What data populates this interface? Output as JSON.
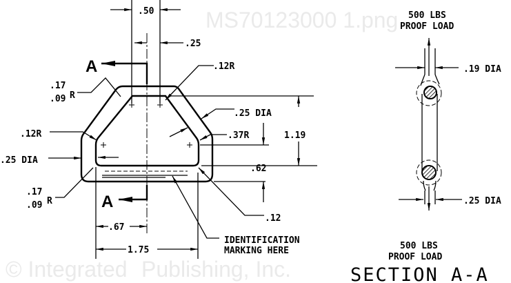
{
  "watermark": {
    "line1": "© Integrated",
    "line2": "Publishing, Inc.",
    "line3": "MS70123000 1.png"
  },
  "plan_view": {
    "dims": {
      "width_top": ".50",
      "offset_top": ".25",
      "radius_top_right": ".12R",
      "radius_outer_upper_num": ".17",
      "radius_outer_upper_den": ".09",
      "radius_outer_upper_suffix": "R",
      "hole_dia_right": ".25 DIA",
      "radius_inner_right": ".37R",
      "height_overall": "1.19",
      "height_bottom": ".62",
      "radius_left": ".12R",
      "hole_dia_left": ".25 DIA",
      "radius_outer_lower_num": ".17",
      "radius_outer_lower_den": ".09",
      "radius_outer_lower_suffix": "R",
      "bottom_thickness": ".12",
      "half_width": ".67",
      "inner_width": "1.75"
    },
    "section_marker_top": "A",
    "section_marker_bottom": "A",
    "note_line1": "IDENTIFICATION",
    "note_line2": "MARKING HERE"
  },
  "section_view": {
    "top_load_line1": "500 LBS",
    "top_load_line2": "PROOF LOAD",
    "top_dia": ".19 DIA",
    "bottom_dia": ".25 DIA",
    "bottom_load_line1": "500 LBS",
    "bottom_load_line2": "PROOF LOAD",
    "title": "SECTION A-A"
  }
}
